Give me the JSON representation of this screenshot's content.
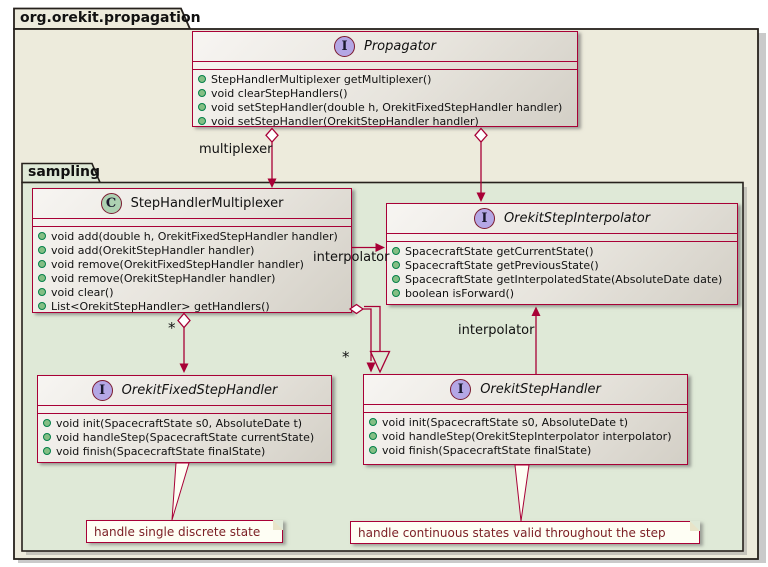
{
  "packages": {
    "outer": {
      "label": "org.orekit.propagation"
    },
    "sampling": {
      "label": "sampling"
    }
  },
  "classes": {
    "propagator": {
      "stereotype": "I",
      "name": "Propagator",
      "methods": [
        "StepHandlerMultiplexer getMultiplexer()",
        "void clearStepHandlers()",
        "void setStepHandler(double h, OrekitFixedStepHandler handler)",
        "void setStepHandler(OrekitStepHandler handler)"
      ]
    },
    "multiplexer": {
      "stereotype": "C",
      "name": "StepHandlerMultiplexer",
      "methods": [
        "void add(double h, OrekitFixedStepHandler handler)",
        "void add(OrekitStepHandler handler)",
        "void remove(OrekitFixedStepHandler handler)",
        "void remove(OrekitStepHandler handler)",
        "void clear()",
        "List<OrekitStepHandler> getHandlers()"
      ]
    },
    "interpolator": {
      "stereotype": "I",
      "name": "OrekitStepInterpolator",
      "methods": [
        "SpacecraftState getCurrentState()",
        "SpacecraftState getPreviousState()",
        "SpacecraftState getInterpolatedState(AbsoluteDate date)",
        "boolean isForward()"
      ]
    },
    "fixed_handler": {
      "stereotype": "I",
      "name": "OrekitFixedStepHandler",
      "methods": [
        "void init(SpacecraftState s0, AbsoluteDate t)",
        "void handleStep(SpacecraftState currentState)",
        "void finish(SpacecraftState finalState)"
      ]
    },
    "step_handler": {
      "stereotype": "I",
      "name": "OrekitStepHandler",
      "methods": [
        "void init(SpacecraftState s0, AbsoluteDate t)",
        "void handleStep(OrekitStepInterpolator interpolator)",
        "void finish(SpacecraftState finalState)"
      ]
    }
  },
  "relations": {
    "propagator_multiplexer_label": "multiplexer",
    "multiplexer_interpolator_label": "interpolator",
    "stephandler_interpolator_label": "interpolator",
    "fixed_handler_multiplicity": "*",
    "step_handler_multiplicity": "*"
  },
  "notes": {
    "fixed_handler": "handle single discrete state",
    "step_handler": "handle continuous states valid throughout the step"
  },
  "colors": {
    "class_border": "#A80036",
    "edge_color": "#A80036",
    "interface_icon_bg": "#B4A7E5",
    "class_icon_bg": "#ADD1B2",
    "public_method_bullet": "#84BE84",
    "outer_package_bg": "#EDEBDC",
    "sampling_package_bg": "#DFE9D7",
    "note_bg": "#FEFEF4",
    "note_text": "#7B1E24"
  }
}
